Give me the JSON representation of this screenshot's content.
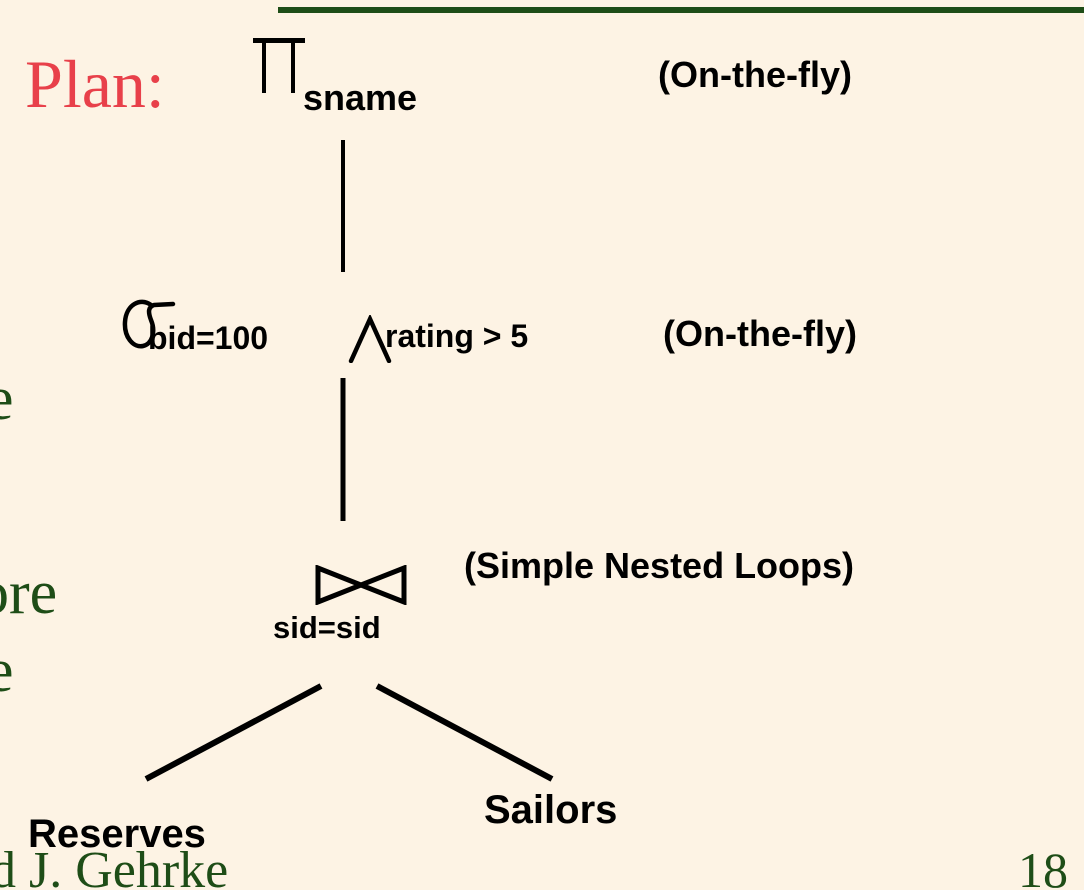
{
  "slide": {
    "background_color": "#fdf3e4",
    "rule_color": "#1e4d17",
    "heading": "Plan:",
    "heading_color": "#e8404a",
    "page_number": "18",
    "footer_author": "d J. Gehrke",
    "margin_text_fragments": [
      "e",
      "ore",
      "e"
    ],
    "margin_text_color": "#1e4d17"
  },
  "chart_data": {
    "type": "diagram",
    "title": "Plan:",
    "subtype": "query-evaluation-plan-tree",
    "nodes": [
      {
        "id": "project",
        "operator_symbol": "Π",
        "operator_name": "projection",
        "label": "sname",
        "method": "(On-the-fly)",
        "level": 0
      },
      {
        "id": "select",
        "operator_symbol": "σ",
        "operator_name": "selection",
        "label_left": "bid=100",
        "connective": "∧",
        "label_right": "rating > 5",
        "method": "(On-the-fly)",
        "level": 1
      },
      {
        "id": "join",
        "operator_symbol": "⋈",
        "operator_name": "join",
        "label": "sid=sid",
        "method": "(Simple Nested Loops)",
        "level": 2
      },
      {
        "id": "reserves",
        "operator_name": "relation",
        "label": "Reserves",
        "level": 3
      },
      {
        "id": "sailors",
        "operator_name": "relation",
        "label": "Sailors",
        "level": 3
      }
    ],
    "edges": [
      {
        "from": "project",
        "to": "select"
      },
      {
        "from": "select",
        "to": "join"
      },
      {
        "from": "join",
        "to": "reserves"
      },
      {
        "from": "join",
        "to": "sailors"
      }
    ]
  }
}
